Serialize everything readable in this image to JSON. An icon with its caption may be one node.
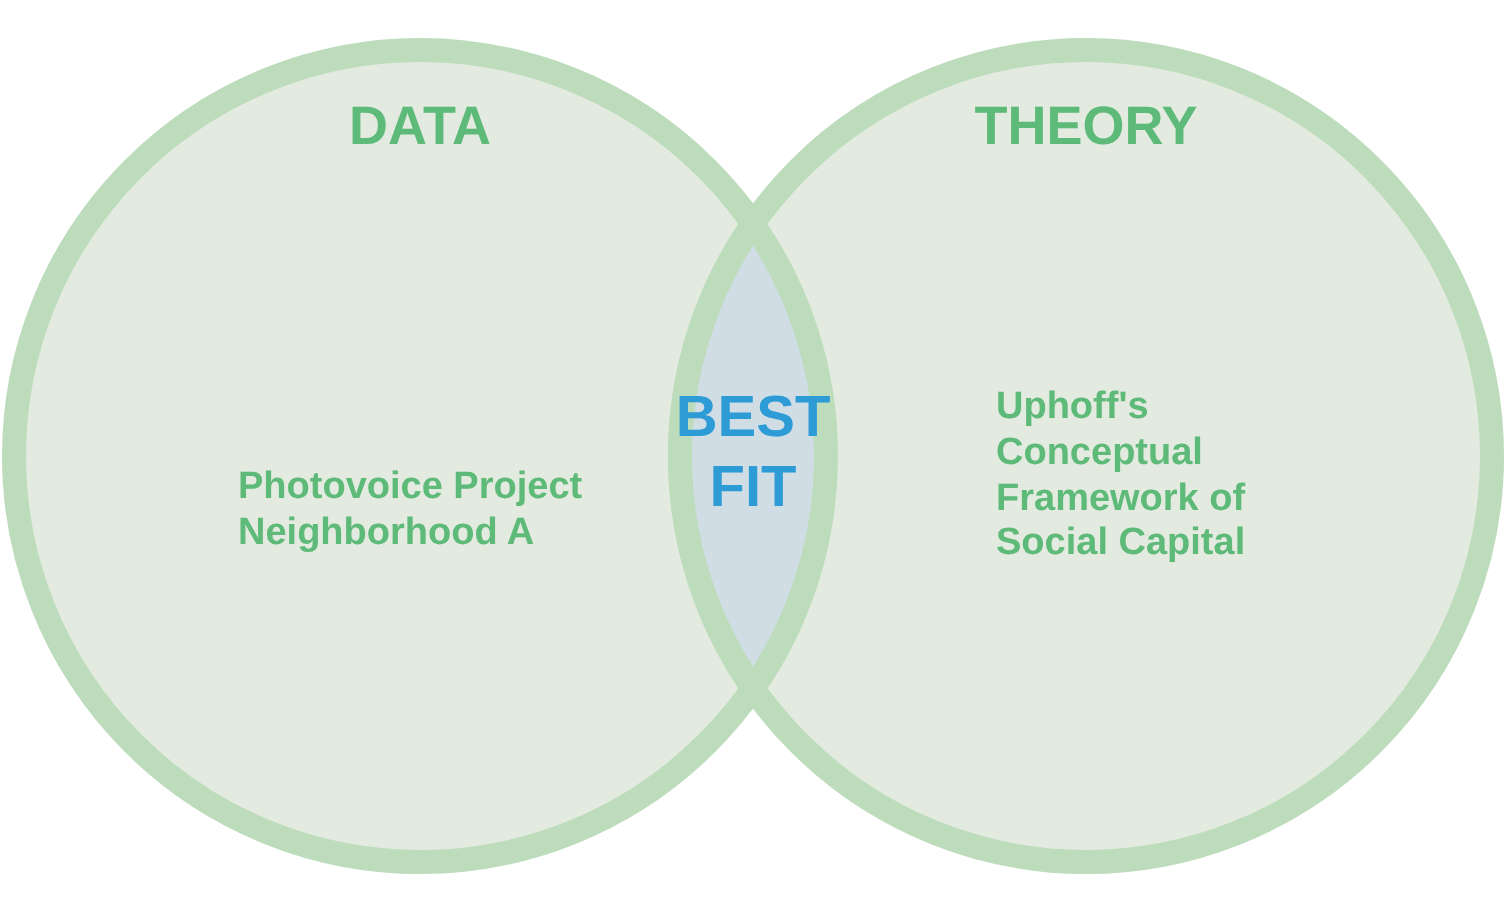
{
  "diagram": {
    "nodes": [
      {
        "text": [
          "DATA",
          "Photovoice Project Neighborhood A"
        ]
      },
      {
        "text": [
          "THEORY",
          "Uphoff's Conceptual Framework of Social Capital"
        ]
      },
      {
        "text": [
          "BEST FIT"
        ]
      }
    ]
  }
}
